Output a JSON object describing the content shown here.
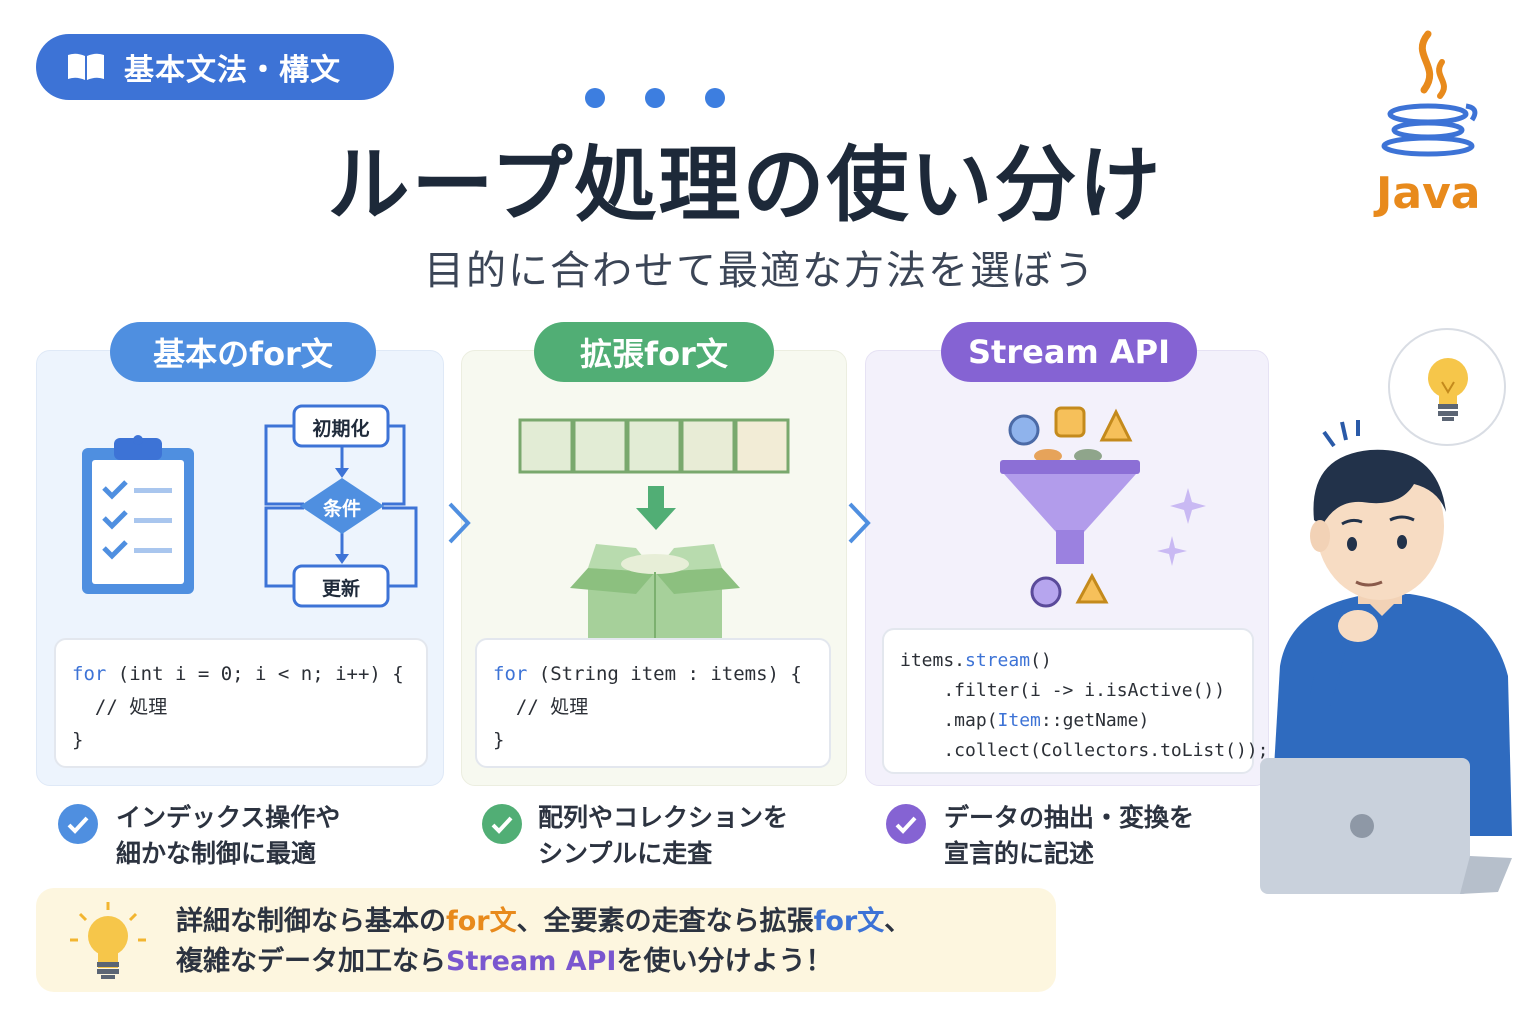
{
  "badge": {
    "label": "基本文法・構文",
    "icon": "book-icon"
  },
  "title": "ループ処理の使い分け",
  "subtitle": "目的に合わせて最適な方法を選ぼう",
  "logo": {
    "word": "Java"
  },
  "columns": [
    {
      "label": "基本のfor文",
      "flow": {
        "init": "初期化",
        "cond": "条件",
        "update": "更新"
      },
      "code": {
        "kw": "for",
        "l1_rest": " (int i = 0; i < n; i++) {",
        "l2": "  // 処理",
        "l3": "}"
      },
      "desc1": "インデックス操作や",
      "desc2": "細かな制御に最適",
      "color": "#4f8fe0"
    },
    {
      "label": "拡張for文",
      "code": {
        "kw": "for",
        "l1_rest": " (String item : items) {",
        "l2": "  // 処理",
        "l3": "}"
      },
      "desc1": "配列やコレクションを",
      "desc2": "シンプルに走査",
      "color": "#51ae75"
    },
    {
      "label": "Stream API",
      "code": {
        "l1a": "items.",
        "l1b": "stream",
        "l1c": "()",
        "l2": "    .filter(i -> i.isActive())",
        "l3a": "    .map(",
        "l3b": "Item",
        "l3c": "::getName)",
        "l4": "    .collect(Collectors.toList());"
      },
      "desc1": "データの抽出・変換を",
      "desc2": "宣言的に記述",
      "color": "#8563d3"
    }
  ],
  "tip": {
    "p1": "詳細な制御なら基本の",
    "h1": "for文",
    "p2": "、全要素の走査なら拡張",
    "h2": "for文",
    "p3": "、",
    "p4": "複雑なデータ加工なら",
    "h3": "Stream API",
    "p5": "を使い分けよう！"
  }
}
